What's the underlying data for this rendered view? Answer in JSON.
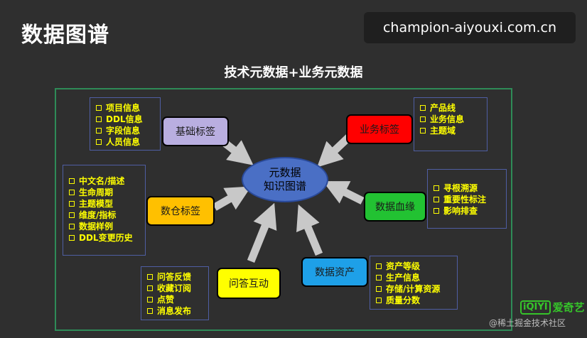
{
  "header": {
    "title": "数据图谱",
    "watermark": "champion-aiyouxi.com.cn"
  },
  "diagram": {
    "subtitle": "技术元数据+业务元数据",
    "center": {
      "line1": "元数据",
      "line2": "知识图谱",
      "color": "#4a6fc5"
    },
    "nodes": {
      "basic": {
        "label": "基础标签",
        "color": "#b9aee0",
        "items": [
          "项目信息",
          "DDL信息",
          "字段信息",
          "人员信息"
        ]
      },
      "business": {
        "label": "业务标签",
        "color": "#ff0000",
        "items": [
          "产品线",
          "业务信息",
          "主题域"
        ]
      },
      "warehouse": {
        "label": "数仓标签",
        "color": "#ffc000",
        "items": [
          "中文名/描述",
          "生命周期",
          "主题模型",
          "维度/指标",
          "数据样例",
          "DDL变更历史"
        ]
      },
      "lineage": {
        "label": "数据血缘",
        "color": "#22c232",
        "items": [
          "寻根溯源",
          "重要性标注",
          "影响排查"
        ]
      },
      "qa": {
        "label": "问答互动",
        "color": "#ffff00",
        "items": [
          "问答反馈",
          "收藏订阅",
          "点赞",
          "消息发布"
        ]
      },
      "assets": {
        "label": "数据资产",
        "color": "#1ea0e8",
        "items": [
          "资产等级",
          "生产信息",
          "存储/计算资源",
          "质量分数"
        ]
      }
    }
  },
  "footer": {
    "logo_mark": "iQIYI",
    "logo_text": "爱奇艺",
    "watermark": "@稀土掘金技术社区"
  }
}
